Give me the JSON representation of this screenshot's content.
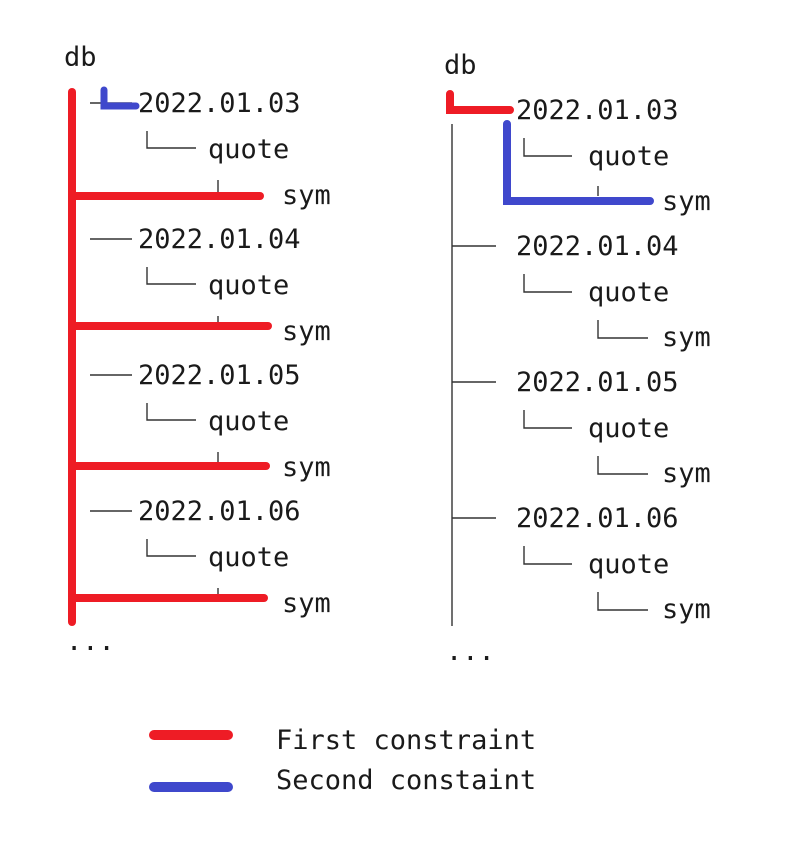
{
  "left_tree": {
    "root": "db",
    "dates": [
      "2022.01.03",
      "2022.01.04",
      "2022.01.05",
      "2022.01.06"
    ],
    "child": "quote",
    "leaf": "sym",
    "ellipsis": "..."
  },
  "right_tree": {
    "root": "db",
    "dates": [
      "2022.01.03",
      "2022.01.04",
      "2022.01.05",
      "2022.01.06"
    ],
    "child": "quote",
    "leaf": "sym",
    "ellipsis": "..."
  },
  "legend": {
    "items": [
      {
        "label": "First constraint",
        "color": "#ee1c25"
      },
      {
        "label": "Second constaint",
        "color": "#3f48cc"
      }
    ]
  },
  "colors": {
    "first": "#ee1c25",
    "second": "#3f48cc"
  }
}
